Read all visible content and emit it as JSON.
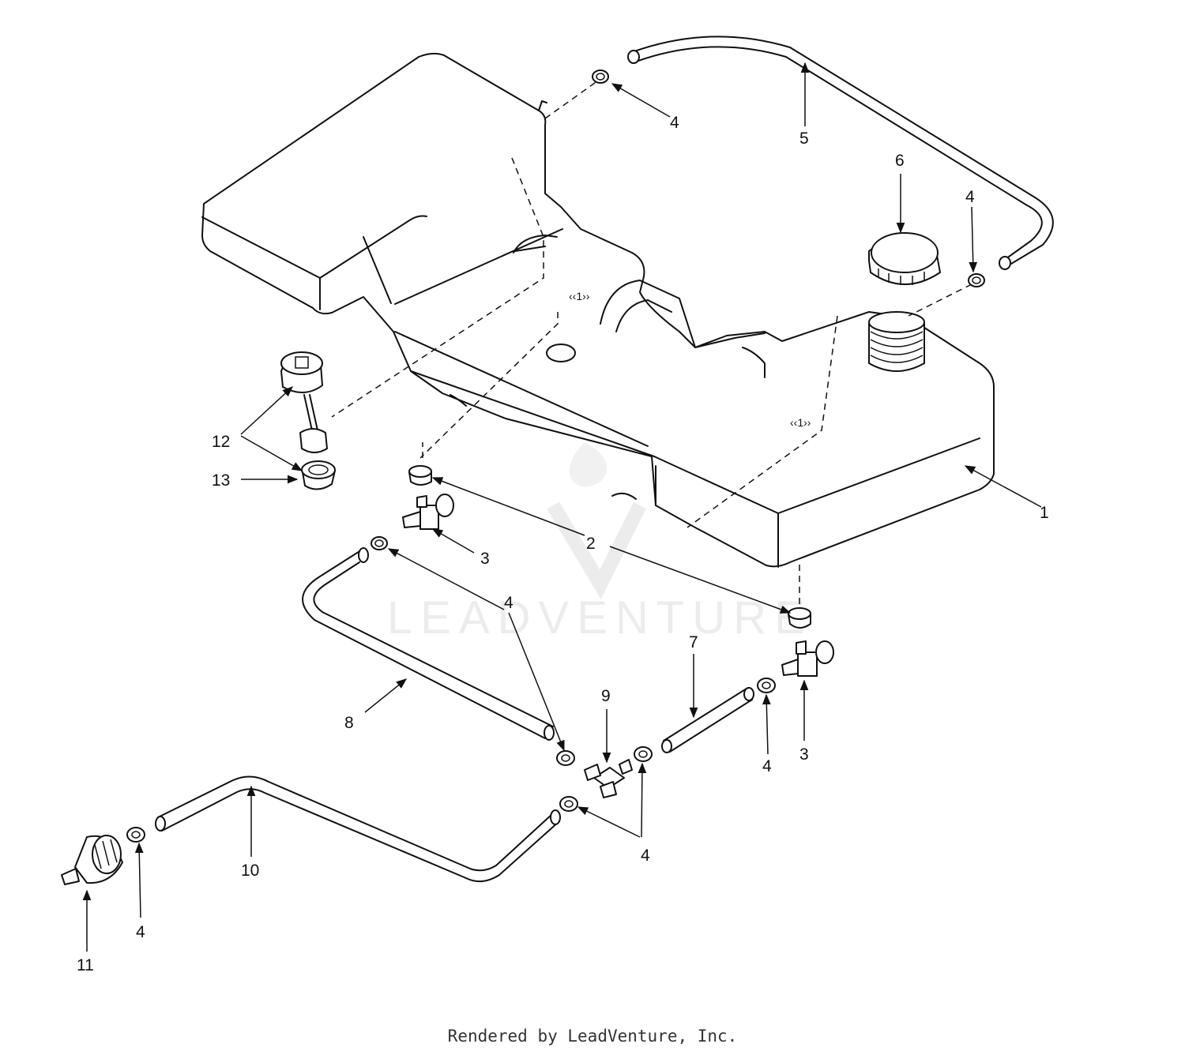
{
  "watermark": {
    "text": "LEADVENTURE"
  },
  "footer": {
    "text": "Rendered by LeadVenture, Inc."
  },
  "callouts": [
    {
      "id": "c1",
      "text": "1"
    },
    {
      "id": "c2",
      "text": "2"
    },
    {
      "id": "c3a",
      "text": "3"
    },
    {
      "id": "c3b",
      "text": "3"
    },
    {
      "id": "c4a",
      "text": "4"
    },
    {
      "id": "c4b",
      "text": "4"
    },
    {
      "id": "c4c",
      "text": "4"
    },
    {
      "id": "c4d",
      "text": "4"
    },
    {
      "id": "c4e",
      "text": "4"
    },
    {
      "id": "c4f",
      "text": "4"
    },
    {
      "id": "c5",
      "text": "5"
    },
    {
      "id": "c6",
      "text": "6"
    },
    {
      "id": "c7",
      "text": "7"
    },
    {
      "id": "c8",
      "text": "8"
    },
    {
      "id": "c9",
      "text": "9"
    },
    {
      "id": "c10",
      "text": "10"
    },
    {
      "id": "c11",
      "text": "11"
    },
    {
      "id": "c12",
      "text": "12"
    },
    {
      "id": "c13",
      "text": "13"
    }
  ]
}
